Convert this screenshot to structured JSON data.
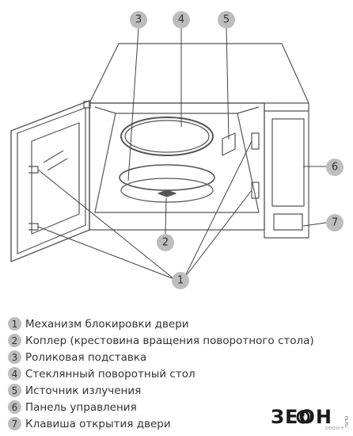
{
  "callouts": [
    "1",
    "2",
    "3",
    "4",
    "5",
    "6",
    "7"
  ],
  "legend": [
    {
      "num": "1",
      "text": "Механизм блокировки двери"
    },
    {
      "num": "2",
      "text": "Коплер (крестовина вращения поворотного стола)"
    },
    {
      "num": "3",
      "text": "Роликовая подставка"
    },
    {
      "num": "4",
      "text": "Стеклянный поворотный стол"
    },
    {
      "num": "5",
      "text": "Источник излучения"
    },
    {
      "num": "6",
      "text": "Панель управления"
    },
    {
      "num": "7",
      "text": "Клавиша открытия двери"
    }
  ],
  "brand": {
    "name": "ЗЕОН",
    "suffix": "зеон+",
    "domain": "rs.ru"
  },
  "colors": {
    "line": "#555555",
    "callout_fill": "#bdbdbd",
    "text": "#333333"
  }
}
